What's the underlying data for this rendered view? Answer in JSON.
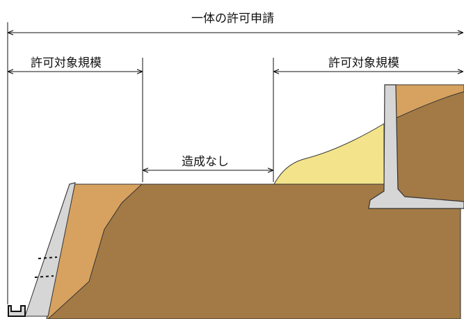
{
  "title": "一体の許可申請",
  "labels": {
    "left_span": "許可対象規模",
    "right_span": "許可対象規模",
    "middle_span": "造成なし"
  },
  "colors": {
    "ground": "#A37A45",
    "fill_soil": "#D7A15F",
    "sand": "#F3E38B",
    "concrete": "#D6D6D6",
    "line": "#111111"
  }
}
